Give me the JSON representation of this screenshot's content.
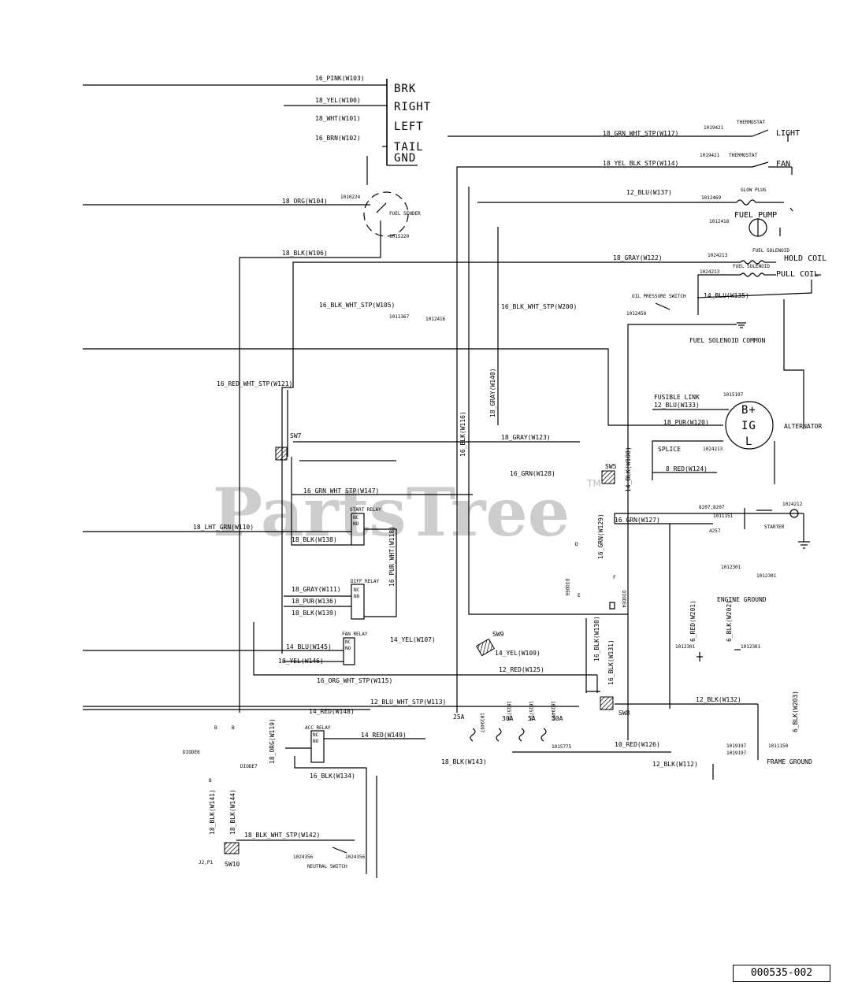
{
  "watermark": {
    "text": "PartsTree",
    "tm": "TM"
  },
  "reference_number": "000535-002",
  "connector": {
    "pins": [
      "BRK",
      "RIGHT",
      "LEFT",
      "TAIL",
      "GND"
    ]
  },
  "wires": {
    "w103": "16_PINK(W103)",
    "w100": "18_YEL(W100)",
    "w101": "18_WHT(W101)",
    "w102": "16_BRN(W102)",
    "w104": "18_ORG(W104)",
    "w106": "18_BLK(W106)",
    "w105": "16_BLK_WHT_STP(W105)",
    "w200": "16_BLK_WHT_STP(W200)",
    "w117": "18_GRN_WHT_STP(W117)",
    "w114": "18_YEL_BLK_STP(W114)",
    "w137": "12_BLU(W137)",
    "w122": "18_GRAY(W122)",
    "w135": "14_BLU(W135)",
    "w140": "18_GRAY(W140)",
    "w116": "16_BLK(W116)",
    "w121": "16_RED_WHT_STP(W121)",
    "w133": "12_BLU(W133)",
    "w120": "18_PUR(W120)",
    "w123": "18_GRAY(W123)",
    "w108": "14_BLK(W108)",
    "w124": "8_RED(W124)",
    "w128": "16_GRN(W128)",
    "w147": "16_GRN_WHT_STP(W147)",
    "w127": "16_GRN(W127)",
    "w110": "18_LHT_GRN(W110)",
    "w138": "18_BLK(W138)",
    "w118": "16_PUR_WHT(W118)",
    "w129": "16_GRN(W129)",
    "w111": "18_GRAY(W111)",
    "w136": "18_PUR(W136)",
    "w139": "18_BLK(W139)",
    "w201": "6_RED(W201)",
    "w202": "6_BLK(W202)",
    "w130": "16_BLK(W130)",
    "w131": "16_BLK(W131)",
    "w107": "14_YEL(W107)",
    "w145": "14_BLU(W145)",
    "w146": "18_YEL(W146)",
    "w109": "14_YEL(W109)",
    "w125": "12_RED(W125)",
    "w115": "16_ORG_WHT_STP(W115)",
    "w113": "12_BLU_WHT_STP(W113)",
    "w132": "12_BLK(W132)",
    "w203": "6_BLK(W203)",
    "w148": "14_RED(W148)",
    "w119": "18_ORG(W119)",
    "w149": "14_RED(W149)",
    "w126": "10_RED(W126)",
    "w143": "18_BLK(W143)",
    "w112": "12_BLK(W112)",
    "w134": "16_BLK(W134)",
    "w141": "18_BLK(W141)",
    "w144": "18_BLK(W144)",
    "w142": "18_BLK_WHT_STP(W142)"
  },
  "components": {
    "light": "LIGHT",
    "fan": "FAN",
    "thermostat": "THERMOSTAT",
    "glow_plug": "GLOW PLUG",
    "fuel_pump": "FUEL PUMP",
    "fuel_sender": "FUEL SENDER",
    "fuel_solenoid": "FUEL SOLENOID",
    "hold_coil": "HOLD COIL",
    "pull_coil": "PULL COIL",
    "oil_pressure_switch": "OIL PRESSURE SWITCH",
    "fuel_solenoid_common": "FUEL SOLENOID COMMON",
    "fusible_link": "FUSIBLE LINK",
    "alternator": "ALTERNATOR",
    "alt_b": "B+",
    "alt_ig": "IG",
    "alt_l": "L",
    "splice": "SPLICE",
    "starter": "STARTER",
    "engine_ground": "ENGINE GROUND",
    "frame_ground": "FRAME GROUND",
    "start_relay": "START RELAY",
    "diff_relay": "DIFF RELAY",
    "fan_relay": "FAN RELAY",
    "acc_relay": "ACC RELAY",
    "neutral_switch": "NEUTRAL SWITCH",
    "sw5": "SW5",
    "sw7": "SW7",
    "sw8": "SW8",
    "sw9": "SW9",
    "sw10": "SW10",
    "j2p1": "J2,P1",
    "diode6": "DIODE6",
    "diode7": "DIODE7",
    "diode8": "DIODE8",
    "diode4": "DIODE4",
    "fuse_25": "25A",
    "fuse_30a": "30A",
    "fuse_5": "5A",
    "fuse_30b": "30A",
    "nc": "NC",
    "no": "NO"
  },
  "part_numbers": {
    "p1010224": "1010224",
    "p1015220": "1015220",
    "p1011367": "1011367",
    "p1012416": "1012416",
    "p1019421a": "1019421",
    "p1019421b": "1019421",
    "p1012469": "1012469",
    "p1012418": "1012418",
    "p1024213a": "1024213",
    "p1024213b": "1024213",
    "p1024213c": "1024213",
    "p1012458": "1012458",
    "p1015197": "1015197",
    "p1024212": "1024212",
    "p8207": "8207,8207",
    "p1011151": "1011151",
    "p4257": "4257",
    "p1012301a": "1012301",
    "p1012301b": "1012301",
    "p1012301c": "1012301",
    "p1012301d": "1012301",
    "p1019497a": "1019497",
    "p1015774a": "1015774",
    "p1015774b": "1015774",
    "p1019497b": "1019497",
    "p1015775": "1015775",
    "p1019197a": "1019197",
    "p1019197b": "1019197",
    "p1011150": "1011150",
    "p1024356a": "1024356",
    "p1024356b": "1024356"
  },
  "marks": {
    "d": "D",
    "b": "B",
    "f": "F",
    "e": "E"
  }
}
